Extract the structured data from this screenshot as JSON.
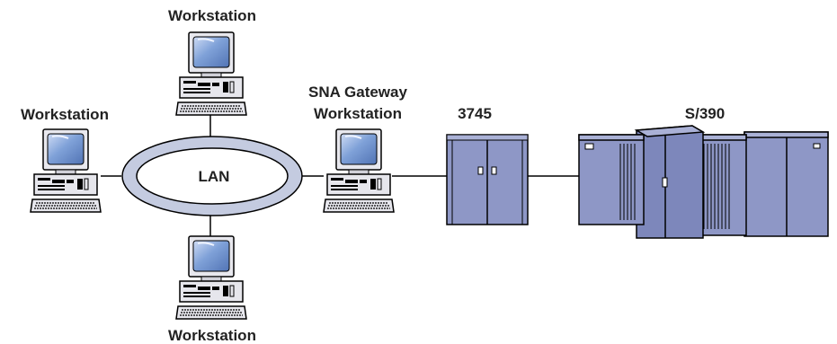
{
  "labels": {
    "workstation_top": "Workstation",
    "workstation_left": "Workstation",
    "workstation_bottom": "Workstation",
    "gateway_line1": "SNA Gateway",
    "gateway_line2": "Workstation",
    "lan": "LAN",
    "controller": "3745",
    "mainframe": "S/390"
  },
  "colors": {
    "lan_ring": "#c4cbe0",
    "line": "#000000",
    "screen": "#7ea0d6",
    "device": "#8e97c6",
    "device_dark": "#6a72a3",
    "device_light": "#aab1d6"
  }
}
